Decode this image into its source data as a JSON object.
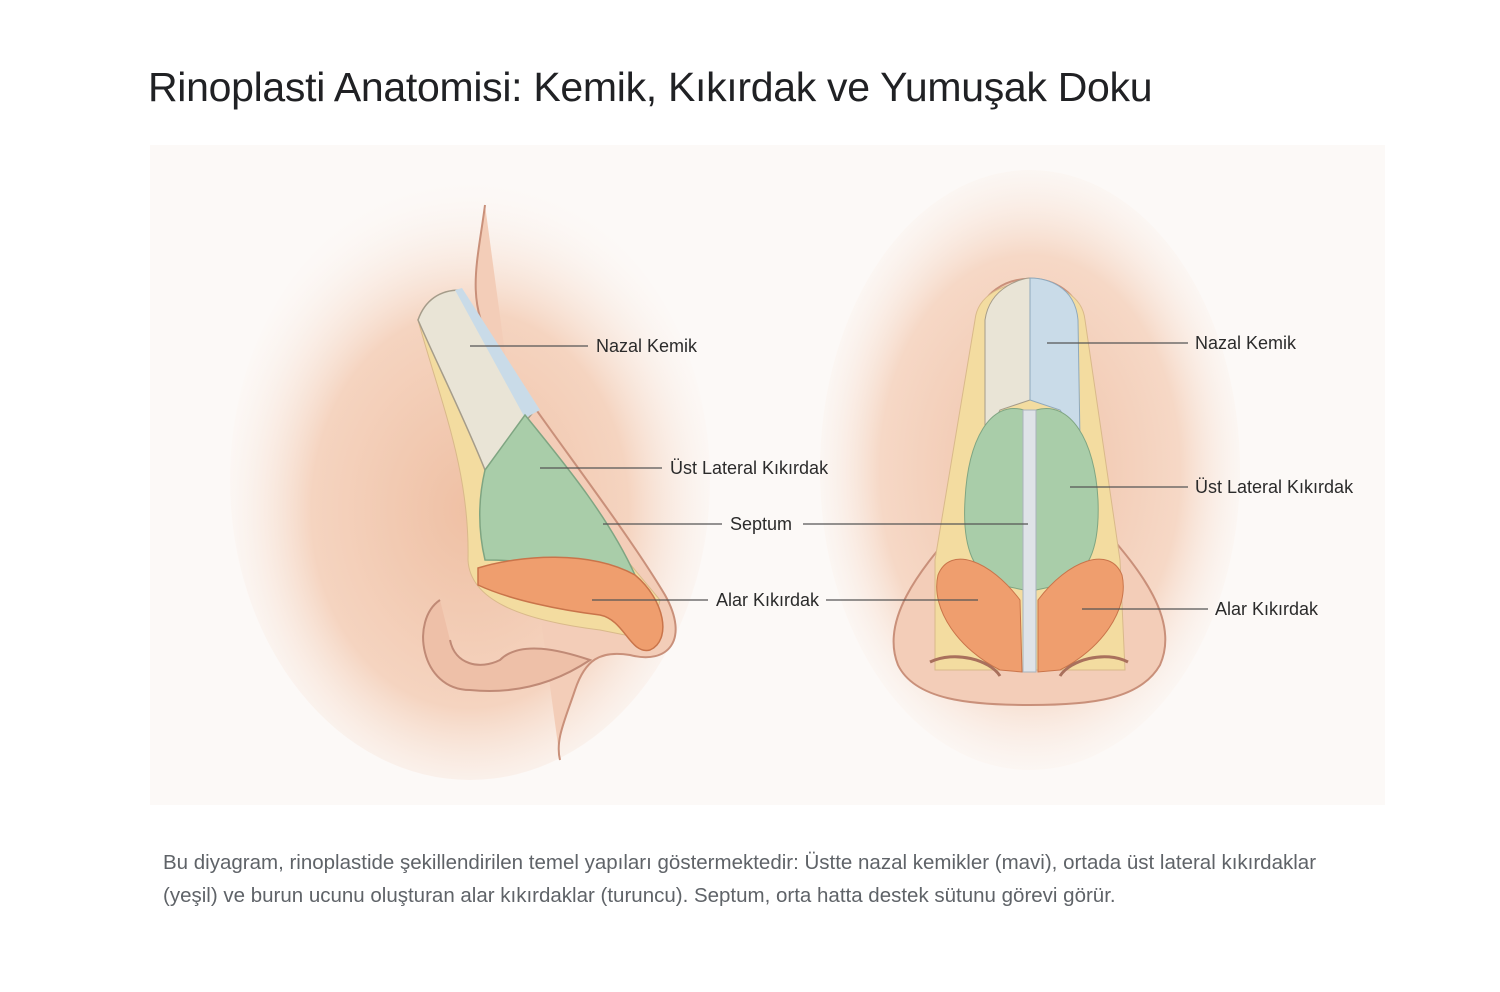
{
  "title": "Rinoplasti Anatomisi: Kemik, Kıkırdak ve Yumuşak Doku",
  "diagram": {
    "side_view": {
      "labels": [
        "Nazal Kemik",
        "Üst Lateral Kıkırdak",
        "Septum",
        "Alar Kıkırdak"
      ]
    },
    "front_view": {
      "labels": [
        "Nazal Kemik",
        "Üst Lateral Kıkırdak",
        "Alar Kıkırdak"
      ]
    },
    "colors": {
      "bone": "#c9dbe8",
      "bone_beige": "#e9e4d6",
      "upper_lateral": "#a9cda9",
      "alar": "#ef9e6e",
      "septum": "#dfe3e8",
      "fat": "#f3dca0",
      "skin": "#f1c6ad"
    }
  },
  "caption": "Bu diyagram, rinoplastide şekillendirilen temel yapıları göstermektedir: Üstte nazal kemikler (mavi), ortada üst lateral kıkırdaklar (yeşil) ve burun ucunu oluşturan alar kıkırdaklar (turuncu). Septum, orta hatta destek sütunu görevi görür."
}
